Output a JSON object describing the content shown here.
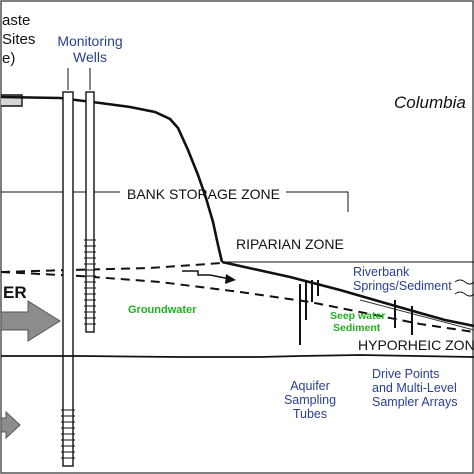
{
  "labels": {
    "waste_sites_line1": "aste",
    "waste_sites_line2": "Sites",
    "waste_sites_line3": "e)",
    "monitoring_wells_line1": "Monitoring",
    "monitoring_wells_line2": "Wells",
    "columbia": "Columbia",
    "bank_storage_zone": "BANK STORAGE ZONE",
    "riparian_zone": "RIPARIAN ZONE",
    "riverbank_line1": "Riverbank",
    "riverbank_line2": "Springs/Sediment",
    "aquifer_cut": "ER",
    "groundwater": "Groundwater",
    "seep_line1": "Seep water",
    "seep_line2": "Sediment",
    "hyporheic_zone": "HYPORHEIC ZONE",
    "aquifer_tubes_line1": "Aquifer",
    "aquifer_tubes_line2": "Sampling",
    "aquifer_tubes_line3": "Tubes",
    "drive_points_line1": "Drive Points",
    "drive_points_line2": "and Multi-Level",
    "drive_points_line3": "Sampler Arrays"
  },
  "colors": {
    "blue_labels": "#2a3f8f",
    "green_labels": "#22b022",
    "line": "#111111",
    "arrow_gray": "#8c8c8c"
  }
}
